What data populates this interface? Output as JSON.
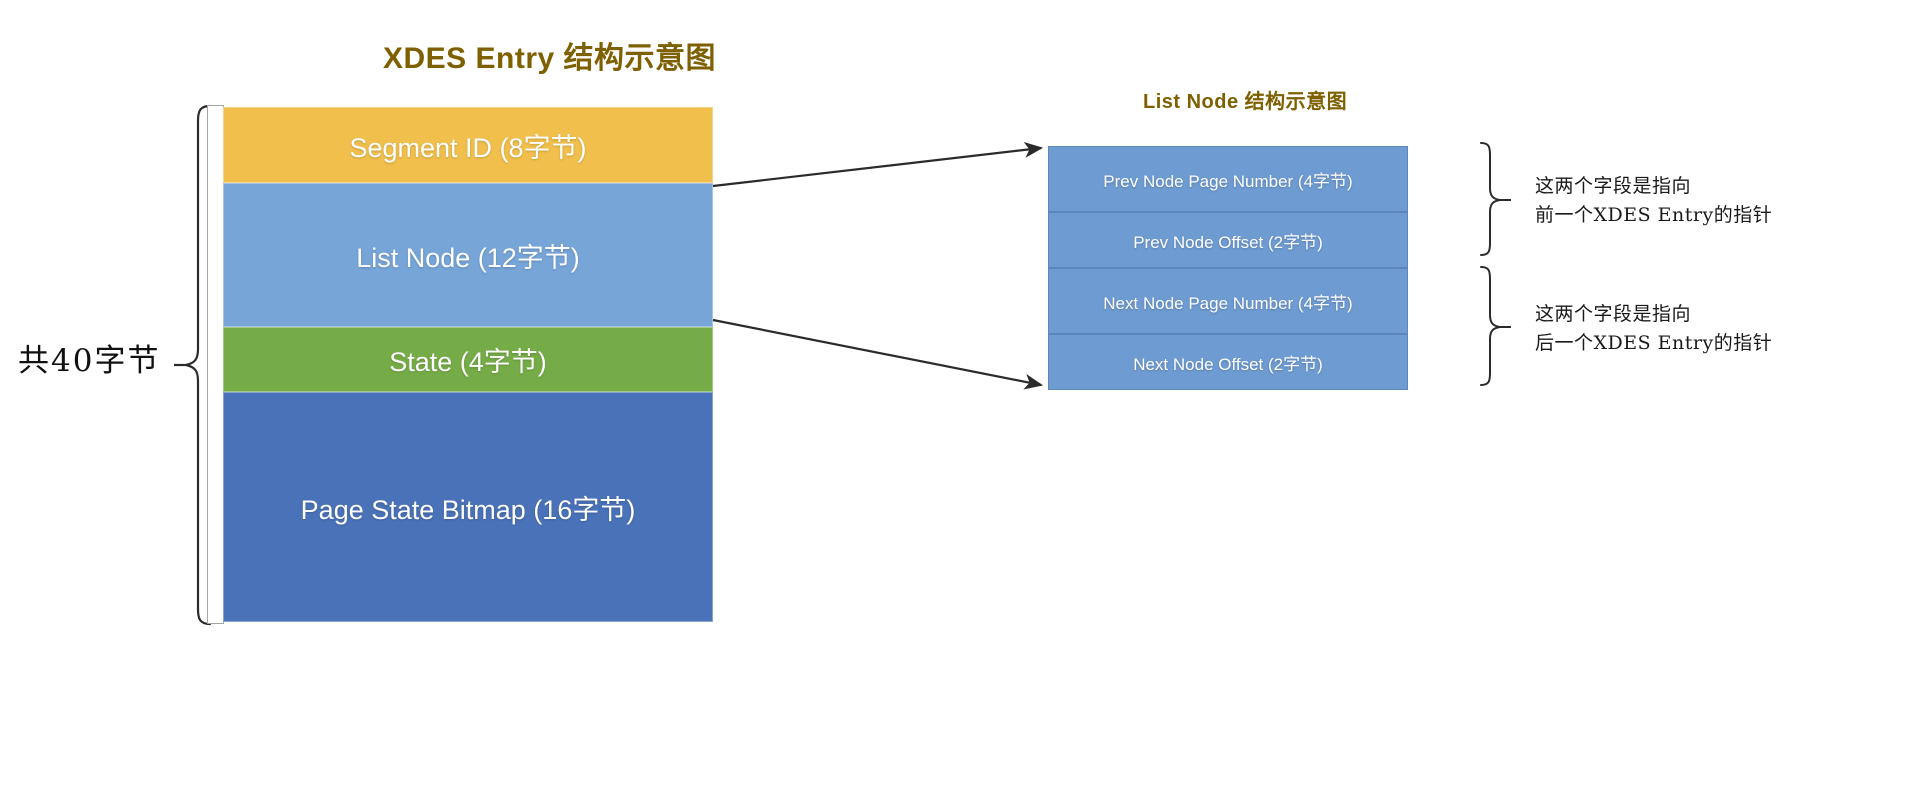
{
  "xdes": {
    "title": "XDES Entry 结构示意图",
    "total_label": "共40字节",
    "blocks": [
      {
        "label": "Segment ID (8字节)",
        "color": "#f0bf4c"
      },
      {
        "label": "List Node (12字节)",
        "color": "#77a5d8"
      },
      {
        "label": "State (4字节)",
        "color": "#76ac48"
      },
      {
        "label": "Page State Bitmap (16字节)",
        "color": "#4a72b8"
      }
    ]
  },
  "list_node": {
    "title": "List Node 结构示意图",
    "rows": [
      {
        "label": "Prev Node Page Number (4字节)"
      },
      {
        "label": "Prev Node Offset (2字节)"
      },
      {
        "label": "Next Node Page Number (4字节)"
      },
      {
        "label": "Next Node Offset (2字节)"
      }
    ],
    "notes": [
      {
        "line1": "这两个字段是指向",
        "line2": "前一个XDES Entry的指针"
      },
      {
        "line1": "这两个字段是指向",
        "line2": "后一个XDES Entry的指针"
      }
    ]
  },
  "colors": {
    "title_brown": "#7f6000",
    "segment_yellow": "#f0bf4c",
    "listnode_blue": "#77a5d8",
    "state_green": "#76ac48",
    "bitmap_blue": "#4a72b8",
    "row_blue": "#6e9bd2",
    "line_dark": "#2b2b2b",
    "background": "#ffffff"
  }
}
